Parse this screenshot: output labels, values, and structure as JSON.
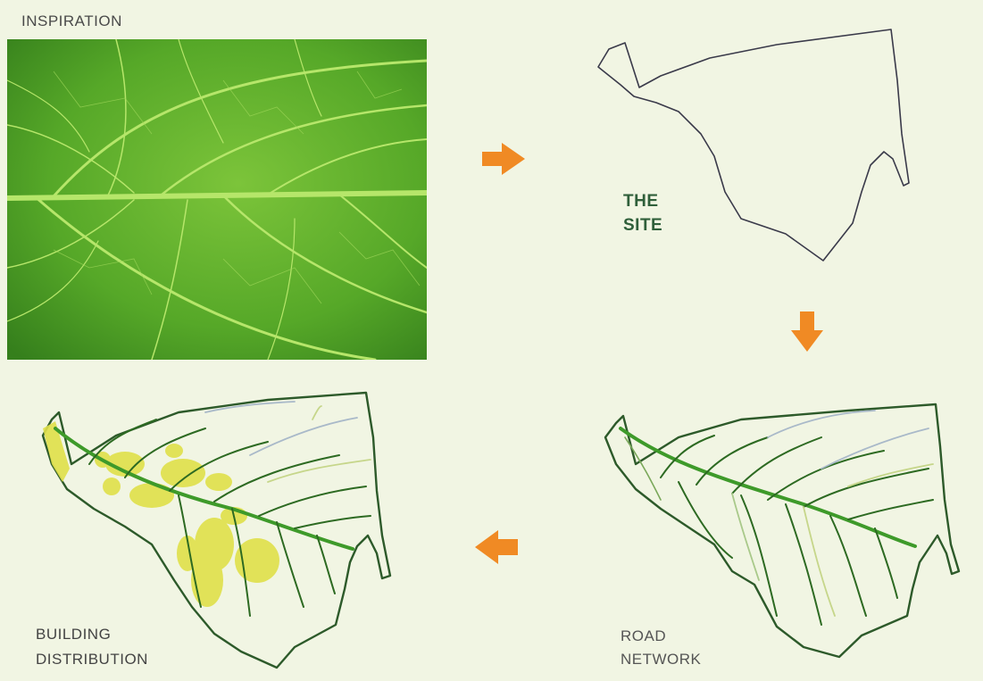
{
  "labels": {
    "inspiration": "INSPIRATION",
    "site": [
      "THE",
      "SITE"
    ],
    "road_network": [
      "ROAD",
      "NETWORK"
    ],
    "building_distribution": [
      "BUILDING",
      "DISTRIBUTION"
    ]
  },
  "colors": {
    "background": "#f1f5e3",
    "leaf_dark": "#3d8a1c",
    "leaf_light": "#7ec234",
    "arrow": "#f08a24",
    "outline": "#2d5a2a",
    "site_outline": "#3a3a4a",
    "building_blob": "#e0e04a"
  },
  "icons": [
    "arrow-right-icon",
    "arrow-down-icon",
    "arrow-left-icon"
  ]
}
